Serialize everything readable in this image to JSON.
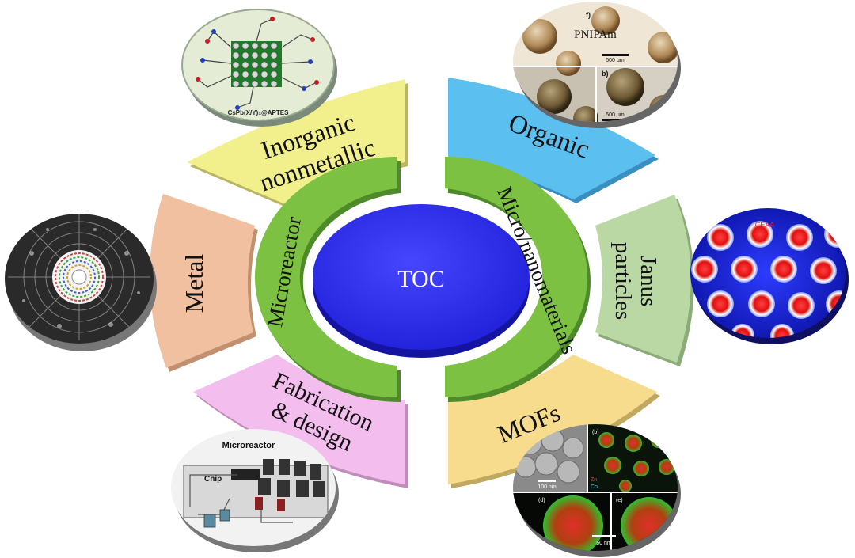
{
  "center": {
    "label": "TOC"
  },
  "ring": {
    "left_label": "Microreactor",
    "right_label": "Micro/nanomaterials"
  },
  "segments": {
    "inorganic": {
      "line1": "Inorganic",
      "line2": "nonmetallic"
    },
    "metal": {
      "label": "Metal"
    },
    "fabrication": {
      "line1": "Fabrication",
      "line2": "& design"
    },
    "organic": {
      "label": "Organic"
    },
    "janus": {
      "line1": "Janus",
      "line2": "particles"
    },
    "mofs": {
      "label": "MOFs"
    }
  },
  "images": {
    "perovskite": {
      "caption": "CsPb(X/Y)₃@APTES"
    },
    "pnipam": {
      "title": "PNIPAm",
      "panel_f": "f)",
      "panel_b": "b)",
      "scale_top": "500 μm",
      "scale_bottom": "500 μm"
    },
    "microreactor": {
      "title": "Microreactor",
      "chip": "Chip"
    },
    "janus": {
      "label": "CEAA"
    },
    "mof": {
      "panel_b": "(b)",
      "panel_d": "(d)",
      "panel_e": "(e)",
      "scale_left": "100 nm",
      "scale_bottom": "50 nm",
      "legend1": "Zn",
      "legend2": "Co"
    }
  },
  "colors": {
    "center_disc": "#2e2ee6",
    "ring": "#7cc142",
    "inorganic": "#f2f08c",
    "metal": "#f0c0a0",
    "fabrication": "#f3bdee",
    "organic": "#5bbff0",
    "janus": "#b9d8a4",
    "mofs": "#f7dc8e"
  }
}
